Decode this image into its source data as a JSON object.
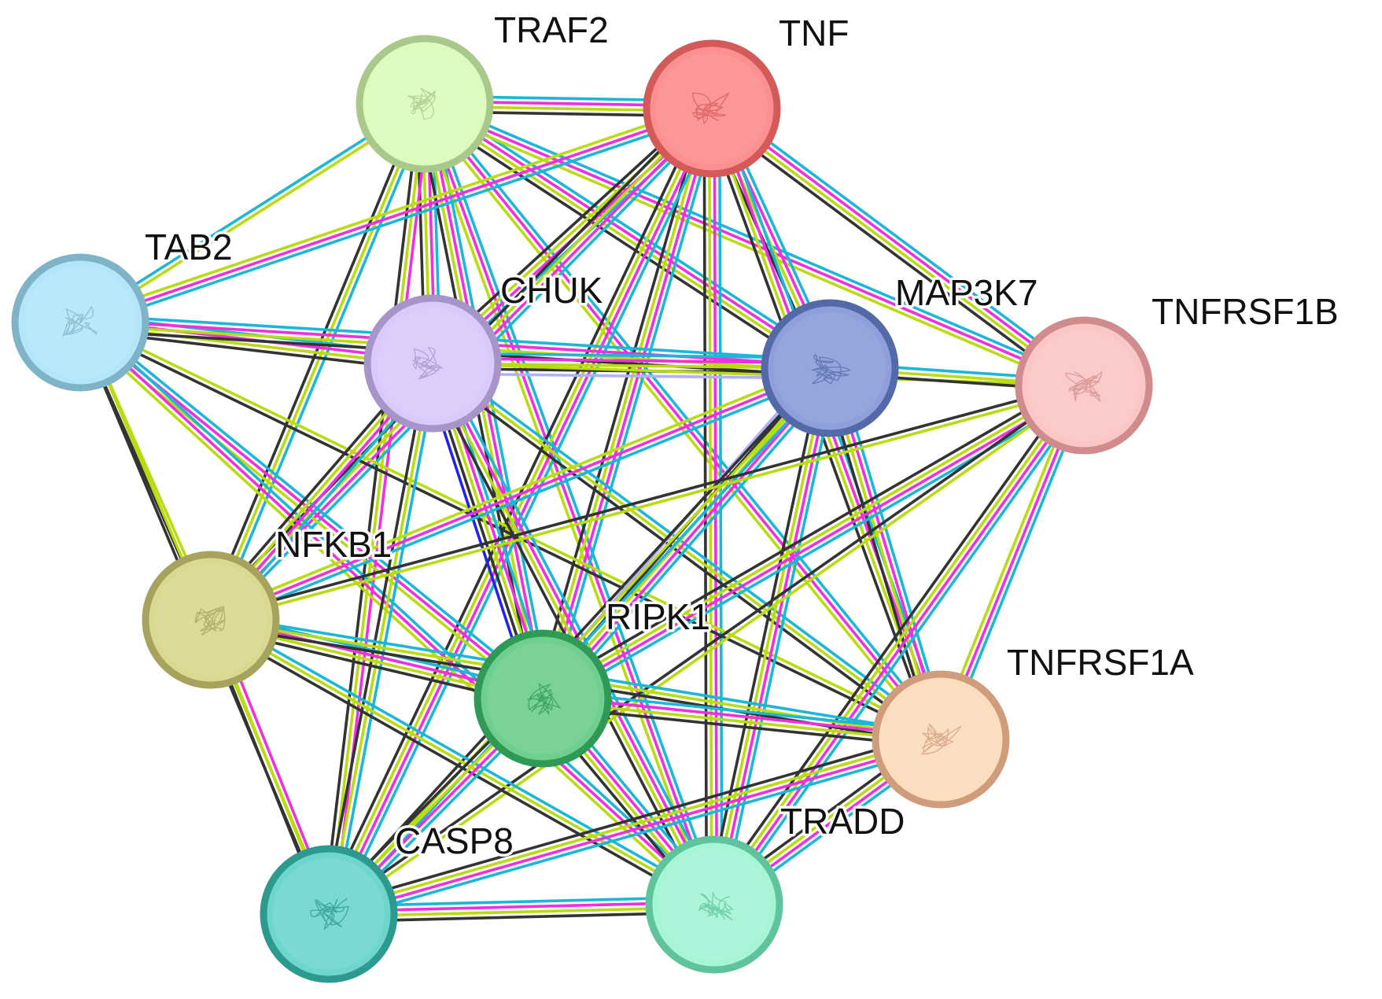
{
  "network": {
    "nodes": [
      {
        "id": "TNF",
        "label": "TNF",
        "fill": "#fc8f90",
        "stroke": "#d35a58"
      },
      {
        "id": "TRAF2",
        "label": "TRAF2",
        "fill": "#dcfcbd",
        "stroke": "#a8c98a"
      },
      {
        "id": "TAB2",
        "label": "TAB2",
        "fill": "#b4e6fb",
        "stroke": "#7fb4c8"
      },
      {
        "id": "CHUK",
        "label": "CHUK",
        "fill": "#dac9fb",
        "stroke": "#a794c9"
      },
      {
        "id": "MAP3K7",
        "label": "MAP3K7",
        "fill": "#8e9fdb",
        "stroke": "#5469a8"
      },
      {
        "id": "TNFRSF1B",
        "label": "TNFRSF1B",
        "fill": "#fbc6c6",
        "stroke": "#d08c8c"
      },
      {
        "id": "NFKB1",
        "label": "NFKB1",
        "fill": "#dbd892",
        "stroke": "#a7a35e"
      },
      {
        "id": "RIPK1",
        "label": "RIPK1",
        "fill": "#6fcf8f",
        "stroke": "#2f9a55"
      },
      {
        "id": "TNFRSF1A",
        "label": "TNFRSF1A",
        "fill": "#fcddbd",
        "stroke": "#cf9c7c"
      },
      {
        "id": "CASP8",
        "label": "CASP8",
        "fill": "#6fd6cd",
        "stroke": "#2d9a90"
      },
      {
        "id": "TRADD",
        "label": "TRADD",
        "fill": "#a6f5d7",
        "stroke": "#5fc39c"
      }
    ],
    "edge_colors": {
      "database": "#1cb7d8",
      "experiment": "#f030dc",
      "textmining": "#b8dc10",
      "coexpression": "#333333",
      "homology": "#b0b0ff",
      "binding": "#2222ee"
    },
    "edges": [
      {
        "source": "TRAF2",
        "target": "TNF",
        "evidence": [
          "database",
          "experiment",
          "textmining",
          "coexpression"
        ]
      },
      {
        "source": "TRAF2",
        "target": "TAB2",
        "evidence": [
          "textmining",
          "database"
        ]
      },
      {
        "source": "TRAF2",
        "target": "CHUK",
        "evidence": [
          "database",
          "experiment",
          "textmining",
          "coexpression"
        ]
      },
      {
        "source": "TRAF2",
        "target": "MAP3K7",
        "evidence": [
          "database",
          "experiment",
          "textmining",
          "coexpression"
        ]
      },
      {
        "source": "TRAF2",
        "target": "TNFRSF1B",
        "evidence": [
          "database",
          "experiment",
          "textmining"
        ]
      },
      {
        "source": "TRAF2",
        "target": "NFKB1",
        "evidence": [
          "database",
          "textmining",
          "coexpression"
        ]
      },
      {
        "source": "TRAF2",
        "target": "RIPK1",
        "evidence": [
          "database",
          "experiment",
          "textmining",
          "coexpression"
        ]
      },
      {
        "source": "TRAF2",
        "target": "TNFRSF1A",
        "evidence": [
          "database",
          "experiment",
          "textmining"
        ]
      },
      {
        "source": "TRAF2",
        "target": "CASP8",
        "evidence": [
          "experiment",
          "textmining",
          "coexpression"
        ]
      },
      {
        "source": "TRAF2",
        "target": "TRADD",
        "evidence": [
          "database",
          "experiment",
          "textmining"
        ]
      },
      {
        "source": "TNF",
        "target": "TAB2",
        "evidence": [
          "database",
          "experiment",
          "textmining"
        ]
      },
      {
        "source": "TNF",
        "target": "CHUK",
        "evidence": [
          "database",
          "experiment",
          "textmining",
          "coexpression"
        ]
      },
      {
        "source": "TNF",
        "target": "MAP3K7",
        "evidence": [
          "database",
          "experiment",
          "textmining",
          "coexpression"
        ]
      },
      {
        "source": "TNF",
        "target": "TNFRSF1B",
        "evidence": [
          "database",
          "experiment",
          "textmining",
          "coexpression"
        ]
      },
      {
        "source": "TNF",
        "target": "NFKB1",
        "evidence": [
          "database",
          "experiment",
          "textmining",
          "coexpression"
        ]
      },
      {
        "source": "TNF",
        "target": "RIPK1",
        "evidence": [
          "database",
          "experiment",
          "textmining",
          "coexpression"
        ]
      },
      {
        "source": "TNF",
        "target": "TNFRSF1A",
        "evidence": [
          "database",
          "experiment",
          "textmining",
          "coexpression"
        ]
      },
      {
        "source": "TNF",
        "target": "CASP8",
        "evidence": [
          "database",
          "experiment",
          "textmining",
          "coexpression"
        ]
      },
      {
        "source": "TNF",
        "target": "TRADD",
        "evidence": [
          "database",
          "experiment",
          "textmining",
          "coexpression"
        ]
      },
      {
        "source": "TAB2",
        "target": "CHUK",
        "evidence": [
          "database",
          "experiment",
          "textmining",
          "coexpression"
        ]
      },
      {
        "source": "TAB2",
        "target": "MAP3K7",
        "evidence": [
          "database",
          "experiment",
          "textmining",
          "coexpression"
        ]
      },
      {
        "source": "TAB2",
        "target": "NFKB1",
        "evidence": [
          "textmining",
          "coexpression"
        ]
      },
      {
        "source": "TAB2",
        "target": "RIPK1",
        "evidence": [
          "database",
          "experiment",
          "textmining"
        ]
      },
      {
        "source": "TAB2",
        "target": "TNFRSF1A",
        "evidence": [
          "textmining",
          "coexpression"
        ]
      },
      {
        "source": "TAB2",
        "target": "CASP8",
        "evidence": [
          "textmining",
          "coexpression"
        ]
      },
      {
        "source": "TAB2",
        "target": "TRADD",
        "evidence": [
          "database",
          "experiment",
          "textmining"
        ]
      },
      {
        "source": "CHUK",
        "target": "MAP3K7",
        "evidence": [
          "database",
          "experiment",
          "textmining",
          "coexpression",
          "homology"
        ]
      },
      {
        "source": "CHUK",
        "target": "TNFRSF1B",
        "evidence": [
          "textmining"
        ]
      },
      {
        "source": "CHUK",
        "target": "NFKB1",
        "evidence": [
          "database",
          "experiment",
          "textmining",
          "coexpression"
        ]
      },
      {
        "source": "CHUK",
        "target": "RIPK1",
        "evidence": [
          "database",
          "experiment",
          "textmining",
          "coexpression",
          "binding"
        ]
      },
      {
        "source": "CHUK",
        "target": "TNFRSF1A",
        "evidence": [
          "database",
          "textmining",
          "coexpression"
        ]
      },
      {
        "source": "CHUK",
        "target": "CASP8",
        "evidence": [
          "database",
          "textmining",
          "coexpression"
        ]
      },
      {
        "source": "CHUK",
        "target": "TRADD",
        "evidence": [
          "database",
          "experiment",
          "textmining",
          "coexpression"
        ]
      },
      {
        "source": "MAP3K7",
        "target": "TNFRSF1B",
        "evidence": [
          "database",
          "textmining",
          "coexpression"
        ]
      },
      {
        "source": "MAP3K7",
        "target": "NFKB1",
        "evidence": [
          "database",
          "experiment",
          "textmining"
        ]
      },
      {
        "source": "MAP3K7",
        "target": "RIPK1",
        "evidence": [
          "database",
          "experiment",
          "textmining",
          "coexpression",
          "homology"
        ]
      },
      {
        "source": "MAP3K7",
        "target": "TNFRSF1A",
        "evidence": [
          "database",
          "experiment",
          "textmining",
          "coexpression"
        ]
      },
      {
        "source": "MAP3K7",
        "target": "CASP8",
        "evidence": [
          "database",
          "textmining",
          "coexpression"
        ]
      },
      {
        "source": "MAP3K7",
        "target": "TRADD",
        "evidence": [
          "database",
          "experiment",
          "textmining",
          "coexpression"
        ]
      },
      {
        "source": "TNFRSF1B",
        "target": "NFKB1",
        "evidence": [
          "textmining",
          "coexpression"
        ]
      },
      {
        "source": "TNFRSF1B",
        "target": "RIPK1",
        "evidence": [
          "database",
          "experiment",
          "textmining",
          "coexpression"
        ]
      },
      {
        "source": "TNFRSF1B",
        "target": "TNFRSF1A",
        "evidence": [
          "database",
          "experiment",
          "textmining"
        ]
      },
      {
        "source": "TNFRSF1B",
        "target": "CASP8",
        "evidence": [
          "textmining",
          "coexpression"
        ]
      },
      {
        "source": "TNFRSF1B",
        "target": "TRADD",
        "evidence": [
          "database",
          "experiment",
          "textmining",
          "coexpression"
        ]
      },
      {
        "source": "NFKB1",
        "target": "RIPK1",
        "evidence": [
          "database",
          "experiment",
          "textmining",
          "coexpression"
        ]
      },
      {
        "source": "NFKB1",
        "target": "TNFRSF1A",
        "evidence": [
          "database",
          "textmining",
          "coexpression"
        ]
      },
      {
        "source": "NFKB1",
        "target": "CASP8",
        "evidence": [
          "experiment",
          "textmining",
          "coexpression"
        ]
      },
      {
        "source": "NFKB1",
        "target": "TRADD",
        "evidence": [
          "database",
          "textmining",
          "coexpression"
        ]
      },
      {
        "source": "RIPK1",
        "target": "TNFRSF1A",
        "evidence": [
          "database",
          "experiment",
          "textmining",
          "coexpression"
        ]
      },
      {
        "source": "RIPK1",
        "target": "CASP8",
        "evidence": [
          "database",
          "experiment",
          "textmining",
          "coexpression"
        ]
      },
      {
        "source": "RIPK1",
        "target": "TRADD",
        "evidence": [
          "database",
          "experiment",
          "textmining",
          "coexpression"
        ]
      },
      {
        "source": "TNFRSF1A",
        "target": "CASP8",
        "evidence": [
          "database",
          "experiment",
          "textmining",
          "coexpression"
        ]
      },
      {
        "source": "TNFRSF1A",
        "target": "TRADD",
        "evidence": [
          "database",
          "experiment",
          "textmining",
          "coexpression"
        ]
      },
      {
        "source": "CASP8",
        "target": "TRADD",
        "evidence": [
          "database",
          "experiment",
          "textmining",
          "coexpression"
        ]
      }
    ]
  }
}
